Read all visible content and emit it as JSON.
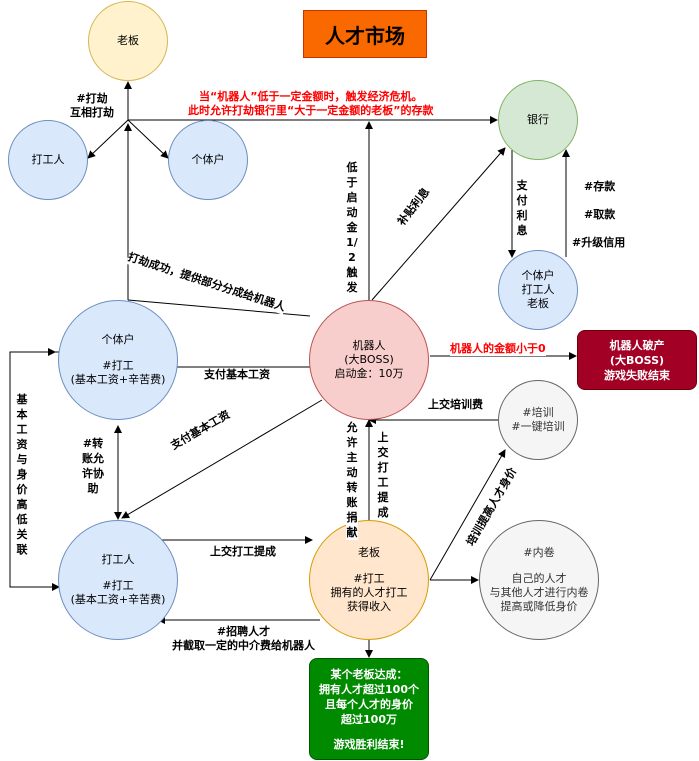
{
  "title": "人才市场",
  "nodes": {
    "boss_top": "老板",
    "worker_top": "打工人",
    "indiv_top": "个体户",
    "bank": "银行",
    "bank_sub": [
      "个体户",
      "打工人",
      "老板"
    ],
    "indiv_mid": [
      "个体户",
      "",
      "#打工",
      "(基本工资+辛苦费)"
    ],
    "robot": [
      "机器人",
      "(大BOSS)",
      "启动金：10万"
    ],
    "worker_bot": [
      "打工人",
      "",
      "#打工",
      "(基本工资+辛苦费)"
    ],
    "boss_bot": [
      "老板",
      "",
      "#打工",
      "拥有的人才打工",
      "获得收入"
    ],
    "training": [
      "#培训",
      "#一键培训"
    ],
    "internal": [
      "#内卷",
      "",
      "自己的人才",
      "与其他人才进行内卷",
      "提高或降低身价"
    ]
  },
  "boxes": {
    "lose": [
      "机器人破产",
      "(大BOSS)",
      "游戏失败结束"
    ],
    "win": [
      "某个老板达成：",
      "拥有人才超过100个",
      "且每个人才的身价",
      "超过100万",
      "",
      "游戏胜利结束!"
    ]
  },
  "labels": {
    "rob": [
      "#打劫",
      "互相打劫"
    ],
    "crisis": [
      "当“机器人”低于一定金额时，触发经济危机。",
      "此时允许打劫银行里“大于一定金额的老板”的存款"
    ],
    "low_start": "低于启动金1/2触发",
    "subsidy": "补贴利息",
    "pay_interest": "支付利息",
    "deposit": "#存款",
    "withdraw": "#取款",
    "upgrade": "#升级信用",
    "rob_success": "打劫成功，提供部分分成给机器人",
    "robot_money_low": "机器人的金额小于0",
    "pay_base_1": "支付基本工资",
    "pay_base_2": "支付基本工资",
    "basic_salary_rank": "基本工资与身价高低关联",
    "transfer": "#转账允许协助",
    "training_fee": "上交培训费",
    "allow_donate": "允许主动转账捐献",
    "hand_in_cut": "上交打工提成",
    "hand_in_cut_2": "上交打工提成",
    "raise_value": "培训提高人才身价",
    "recruit": [
      "#招聘人才",
      "并截取一定的中介费给机器人"
    ]
  }
}
